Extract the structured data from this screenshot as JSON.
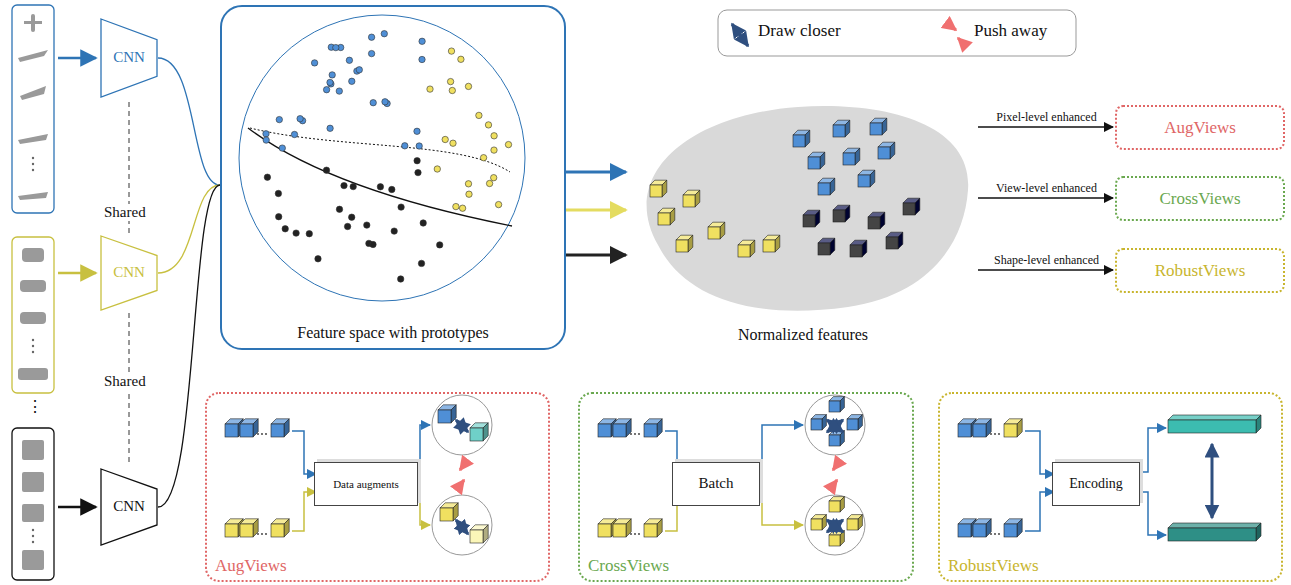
{
  "diagram": {
    "nodes": [
      {
        "text": [
          "CNN"
        ]
      },
      {
        "text": [
          "CNN"
        ]
      },
      {
        "text": [
          "CNN"
        ]
      },
      {
        "text": [
          "Feature space with prototypes"
        ]
      },
      {
        "text": [
          "Normalized features"
        ]
      },
      {
        "text": [
          "AugViews"
        ]
      },
      {
        "text": [
          "CrossViews"
        ]
      },
      {
        "text": [
          "RobustViews"
        ]
      },
      {
        "text": [
          "AugViews"
        ]
      },
      {
        "text": [
          "Data augments"
        ],
        "in": 8
      },
      {
        "text": [
          "CrossViews"
        ]
      },
      {
        "text": [
          "Batch"
        ],
        "in": 10
      },
      {
        "text": [
          "RobustViews"
        ]
      },
      {
        "text": [
          "Encoding"
        ],
        "in": 12
      }
    ],
    "edges": [
      {
        "from": 0,
        "to": 3,
        "arrow": "none"
      },
      {
        "from": 1,
        "to": 3,
        "arrow": "none"
      },
      {
        "from": 2,
        "to": 3,
        "arrow": "none"
      },
      {
        "from": 3,
        "to": 4,
        "arrow": "to"
      },
      {
        "from": 3,
        "to": 4,
        "arrow": "to"
      },
      {
        "from": 3,
        "to": 4,
        "arrow": "to"
      },
      {
        "from": 4,
        "to": 5,
        "label": "Pixel-level enhanced",
        "arrow": "to"
      },
      {
        "from": 4,
        "to": 6,
        "label": "View-level enhanced",
        "arrow": "to"
      },
      {
        "from": 4,
        "to": 7,
        "label": "Shape-level enhanced",
        "arrow": "to"
      }
    ],
    "labels": [
      "Shared",
      "Shared",
      "⋮"
    ],
    "legend": [
      {
        "text": "Draw closer"
      },
      {
        "text": "Push away"
      }
    ]
  }
}
